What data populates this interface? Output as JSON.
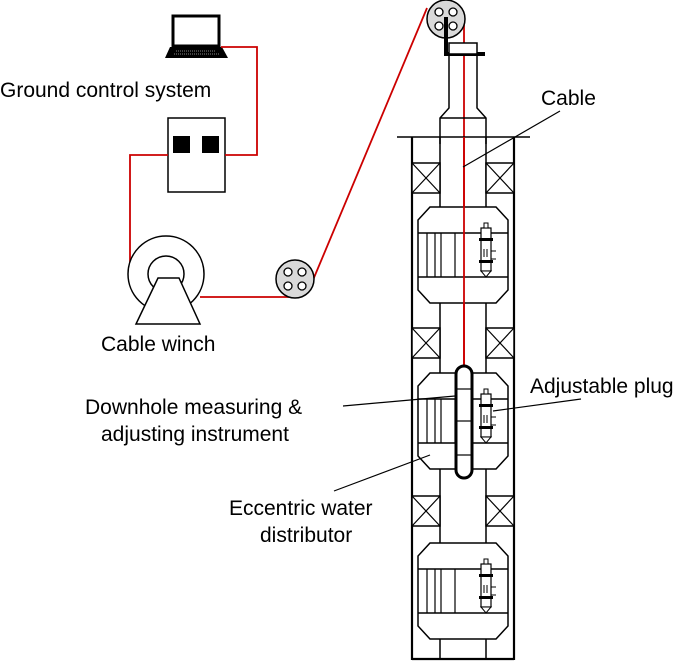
{
  "title": "Downhole measuring and adjusting system schematic",
  "labels": {
    "ground_control": "Ground control system",
    "cable_winch": "Cable winch",
    "cable": "Cable",
    "adjustable_plug": "Adjustable plug",
    "downhole_line1": "Downhole measuring &",
    "downhole_line2": "adjusting instrument",
    "distributor_line1": "Eccentric water",
    "distributor_line2": "distributor"
  },
  "colors": {
    "cable": "#cc0000",
    "line": "#000000",
    "pulley_fill": "#d9d9d9"
  },
  "components": [
    "laptop",
    "control-box",
    "cable-winch",
    "ground-pulley",
    "top-pulley",
    "wellhead",
    "casing",
    "packers",
    "eccentric-water-distributors",
    "adjustable-plugs",
    "downhole-instrument"
  ]
}
